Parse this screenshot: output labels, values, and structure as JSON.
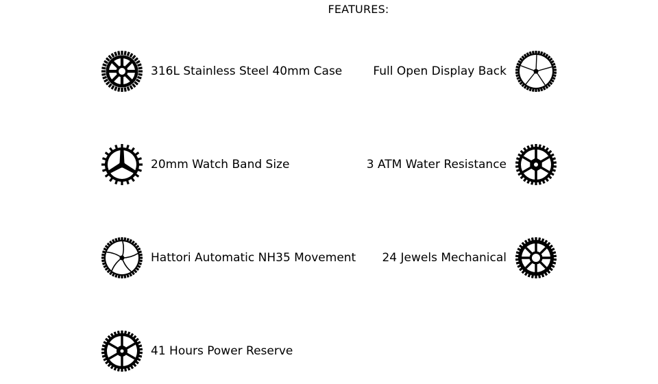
{
  "header": {
    "title": "FEATURES:"
  },
  "features_left": [
    {
      "label": "316L Stainless Steel 40mm Case",
      "icon": "gear-hub-ring-icon"
    },
    {
      "label": "20mm Watch Band Size",
      "icon": "gear-three-spoke-icon"
    },
    {
      "label": "Hattori Automatic NH35 Movement",
      "icon": "gear-curved-spoke-icon"
    },
    {
      "label": "41 Hours Power Reserve",
      "icon": "gear-six-spoke-icon"
    }
  ],
  "features_right": [
    {
      "label": "Full Open  Display Back",
      "icon": "gear-thin-spoke-icon"
    },
    {
      "label": "3 ATM Water Resistance",
      "icon": "gear-star-hub-icon"
    },
    {
      "label": "24 Jewels Mechanical",
      "icon": "gear-cross-ring-icon"
    }
  ],
  "colors": {
    "ink": "#000000",
    "background": "#ffffff"
  }
}
